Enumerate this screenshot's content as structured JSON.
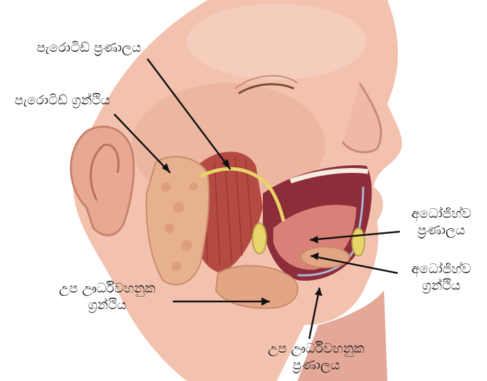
{
  "labels": {
    "parotid_duct": "පැරොටිඩ් ප්‍රණාලය",
    "parotid_gland": "පැරොටිඩ් ග්‍රන්ථිය",
    "sublingual_duct": {
      "line1": "අධෝජිහ්ව",
      "line2": "ප්‍රණාලය"
    },
    "sublingual_gland": {
      "line1": "අධෝජිහ්ව",
      "line2": "ග්‍රන්ථිය"
    },
    "submandibular_gland": {
      "line1": "උප ඌර්ධිවහනුක",
      "line2": "ග්‍රන්ථිය"
    },
    "submandibular_duct": {
      "line1": "උප ඌර්ධිවහනුක",
      "line2": "ප්‍රණාලය"
    }
  },
  "colors": {
    "skin": "#f2c2ae",
    "skin_shadow": "#d99a86",
    "muscle": "#b54a42",
    "gland": "#e7b08f",
    "duct": "#e9d46a",
    "mouth_inner": "#8e2d3a",
    "leader_line": "#111111"
  }
}
